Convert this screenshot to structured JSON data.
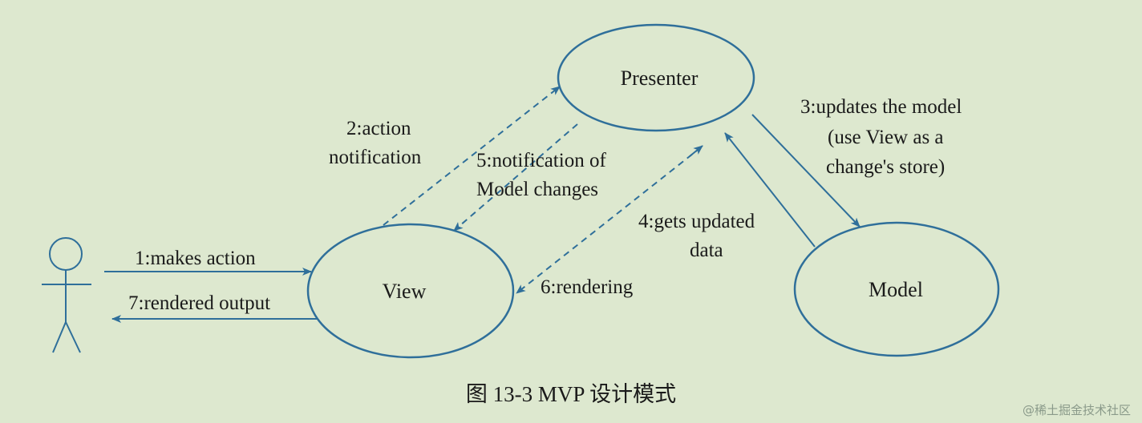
{
  "nodes": {
    "presenter": "Presenter",
    "view": "View",
    "model": "Model"
  },
  "edges": {
    "e1": "1:makes action",
    "e2_line1": "2:action",
    "e2_line2": "notification",
    "e3_line1": "3:updates the model",
    "e3_line2": "(use View as a",
    "e3_line3": "change's store)",
    "e4_line1": "4:gets updated",
    "e4_line2": "data",
    "e5_line1": "5:notification of",
    "e5_line2": "Model changes",
    "e6": "6:rendering",
    "e7": "7:rendered output"
  },
  "caption": "图 13-3    MVP 设计模式",
  "watermark": "@稀土掘金技术社区",
  "colors": {
    "background": "#dde8cf",
    "stroke": "#2f6f9a"
  }
}
